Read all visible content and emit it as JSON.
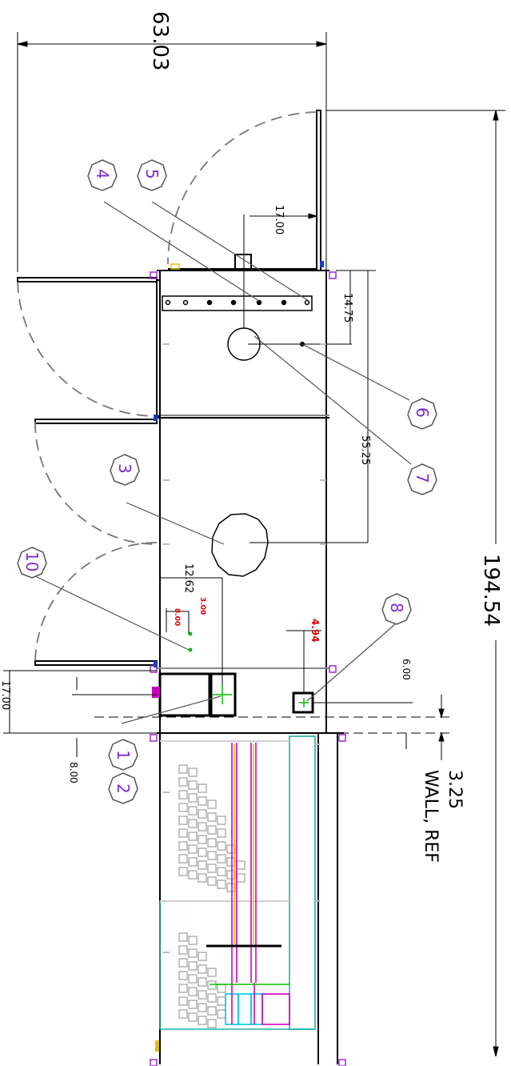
{
  "dimensions": {
    "overall_width": "63.03",
    "overall_length": "194.54",
    "d17_top": "17.00",
    "d14_75": "14.75",
    "d55_25": "55.25",
    "d12_62": "12.62",
    "d3_00": "3.00",
    "d8_00_red": "8.00",
    "d4_94": "4.94",
    "d6_00": "6.00",
    "d17_left": "17.00",
    "d8_00_left": "8.00",
    "d3_25": "3.25"
  },
  "labels": {
    "wall_ref": "WALL, REF"
  },
  "callouts": {
    "c1": "1",
    "c2": "2",
    "c3": "3",
    "c4": "4",
    "c5": "5",
    "c6": "6",
    "c7": "7",
    "c8": "8",
    "c10": "10"
  },
  "colors": {
    "outline": "#000000",
    "dim": "#000000",
    "dim_red": "#e00000",
    "callout": "#7b2bd6",
    "door_arc": "#777777",
    "teal": "#20b0a0",
    "magenta": "#d000c0",
    "yellow": "#e6c000",
    "cyan": "#00c8e8",
    "green": "#00c000",
    "grey_fill": "#b0b0b0"
  }
}
